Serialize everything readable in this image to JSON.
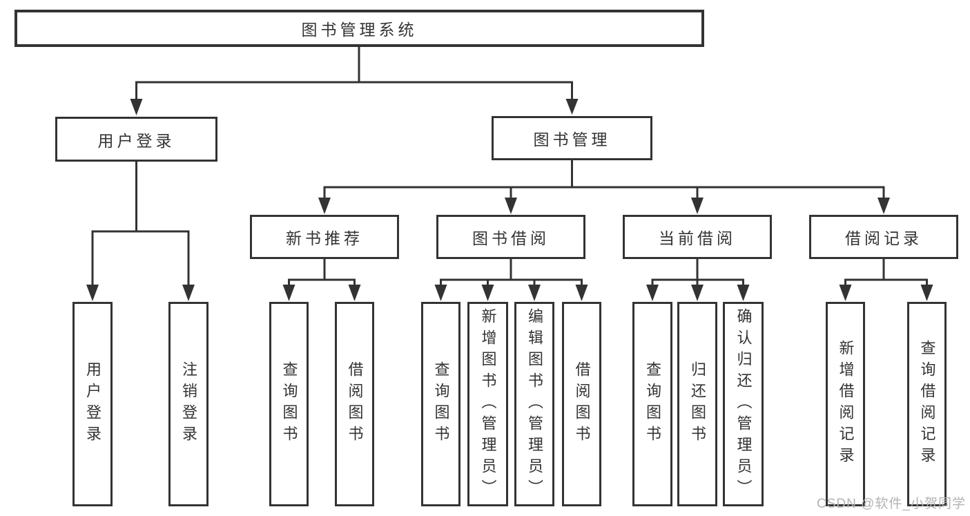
{
  "title": "图书管理系统",
  "watermark": "CSDN @软件_小贺同学",
  "colors": {
    "line": "#333333",
    "text": "#333333",
    "box_background": "#ffffff",
    "watermark": "#b3b3b3"
  },
  "tree": {
    "root": "图书管理系统",
    "branches": [
      {
        "label": "用户登录",
        "children": [
          "用户登录",
          "注销登录"
        ]
      },
      {
        "label": "图书管理",
        "children": [
          {
            "label": "新书推荐",
            "children": [
              "查询图书",
              "借阅图书"
            ]
          },
          {
            "label": "图书借阅",
            "children": [
              "查询图书",
              "新增图书（管理员）",
              "编辑图书（管理员）",
              "借阅图书"
            ]
          },
          {
            "label": "当前借阅",
            "children": [
              "查询图书",
              "归还图书",
              "确认归还（管理员）"
            ]
          },
          {
            "label": "借阅记录",
            "children": [
              "新增借阅记录",
              "查询借阅记录"
            ]
          }
        ]
      }
    ]
  }
}
